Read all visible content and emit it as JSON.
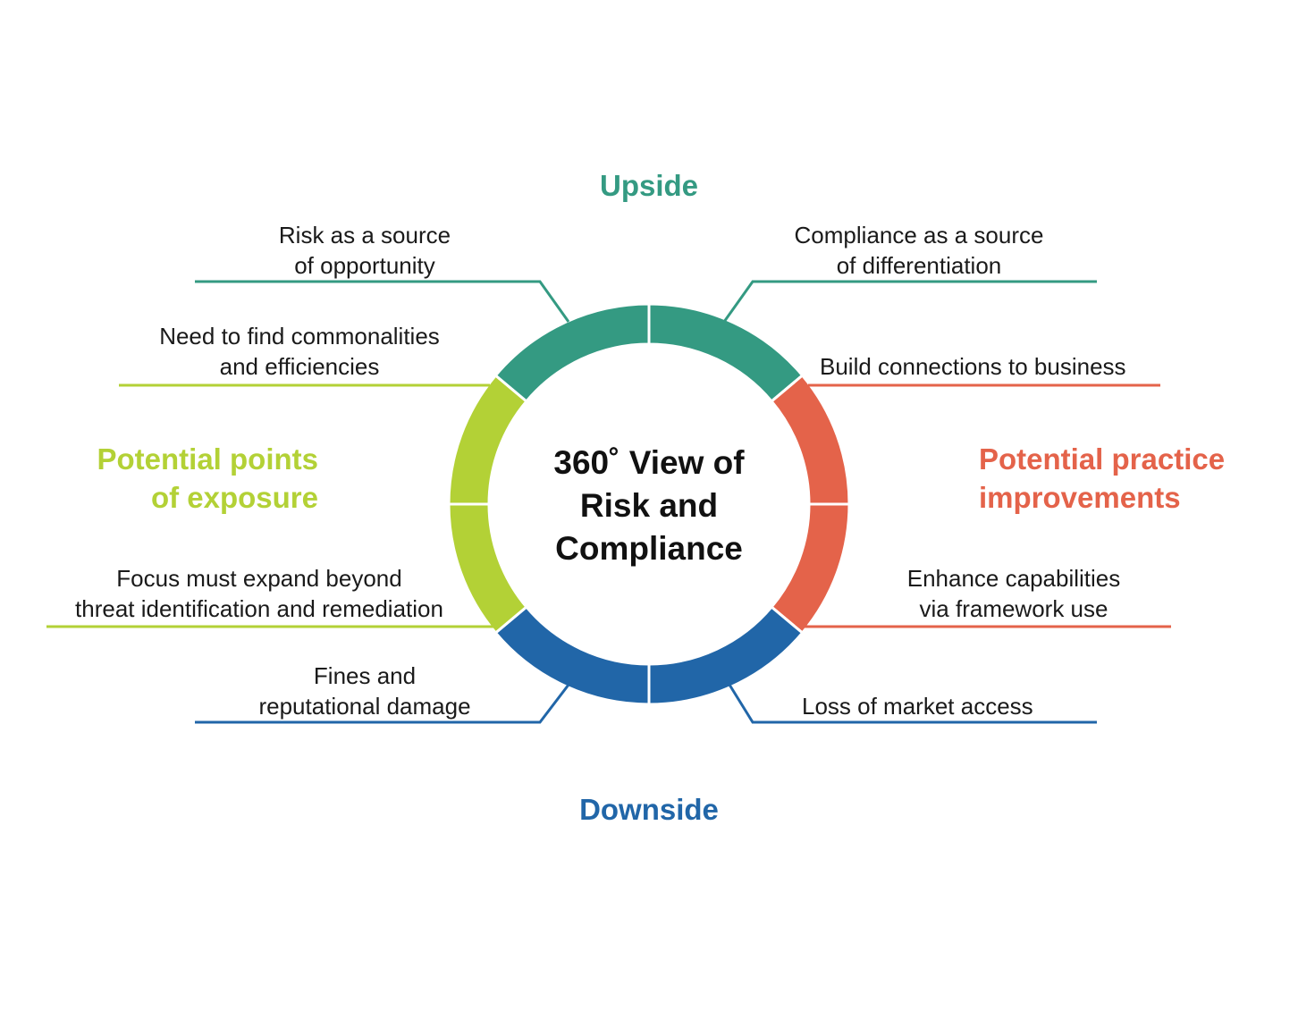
{
  "colors": {
    "upside": "#349a82",
    "improvements": "#e4634a",
    "downside": "#2166a8",
    "exposure": "#b3d136",
    "text": "#1a1a1a"
  },
  "center": {
    "line1": "360˚ View of",
    "line2": "Risk and",
    "line3": "Compliance"
  },
  "headings": {
    "upside": "Upside",
    "downside": "Downside",
    "exposure": {
      "line1": "Potential points",
      "line2": "of exposure"
    },
    "improvements": {
      "line1": "Potential practice",
      "line2": "improvements"
    }
  },
  "callouts": {
    "risk_opportunity": {
      "line1": "Risk as a source",
      "line2": "of opportunity",
      "color_key": "upside"
    },
    "compliance_differentiation": {
      "line1": "Compliance as a source",
      "line2": "of differentiation",
      "color_key": "upside"
    },
    "commonalities": {
      "line1": "Need to find commonalities",
      "line2": "and efficiencies",
      "color_key": "exposure"
    },
    "build_connections": {
      "line1": "Build connections to business",
      "color_key": "improvements"
    },
    "focus_expand": {
      "line1": "Focus must expand beyond",
      "line2": "threat identification and remediation",
      "color_key": "exposure"
    },
    "enhance_capabilities": {
      "line1": "Enhance capabilities",
      "line2": "via framework use",
      "color_key": "improvements"
    },
    "fines": {
      "line1": "Fines and",
      "line2": "reputational damage",
      "color_key": "downside"
    },
    "market_access": {
      "line1": "Loss of market access",
      "color_key": "downside"
    }
  }
}
